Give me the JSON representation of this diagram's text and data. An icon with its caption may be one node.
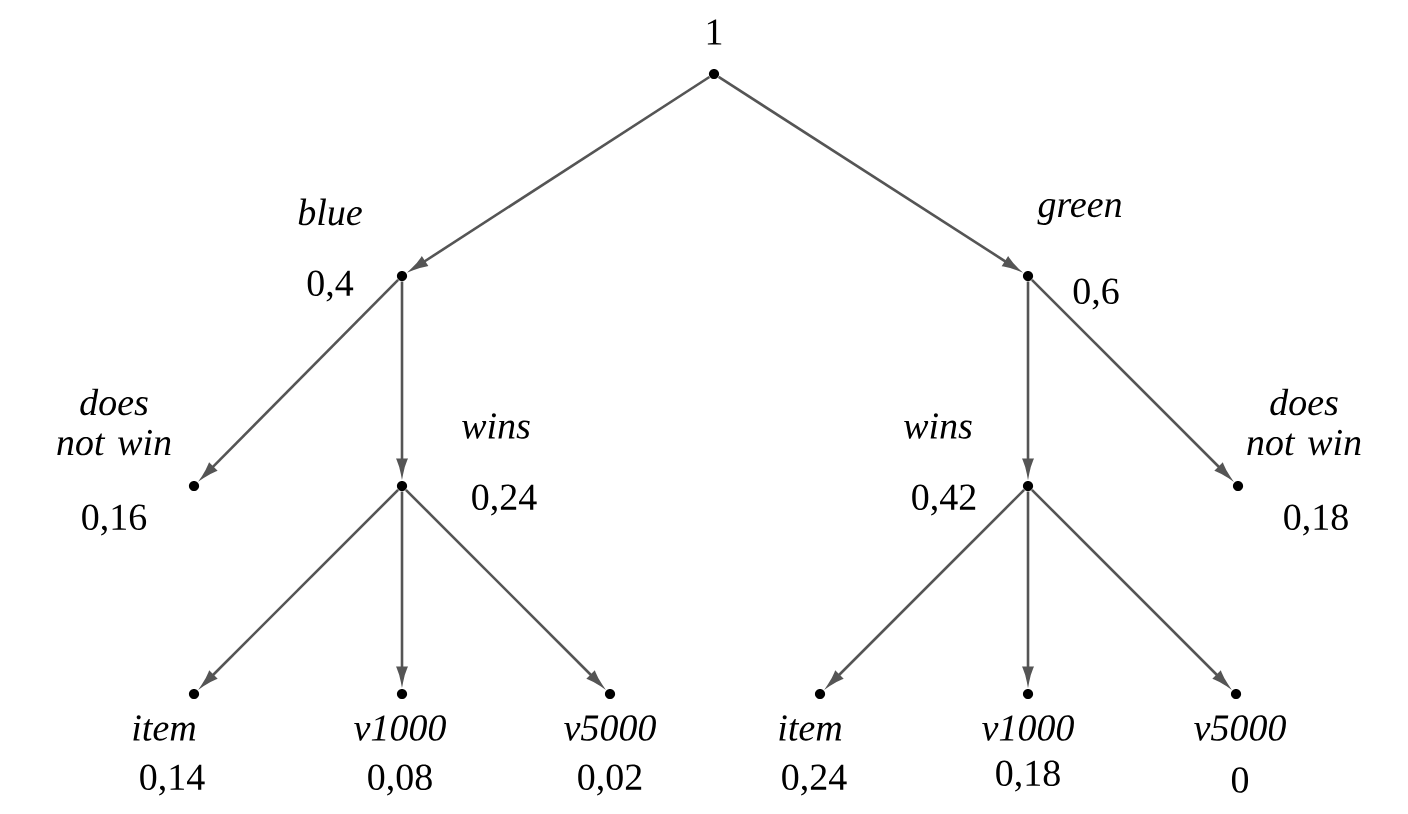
{
  "diagram": {
    "nodes": [
      {
        "text": [
          "1"
        ]
      },
      {
        "text": [
          "blue",
          "0,4"
        ]
      },
      {
        "text": [
          "green",
          "0,6"
        ]
      },
      {
        "text": [
          "does not win",
          "0,16"
        ]
      },
      {
        "text": [
          "wins",
          "0,24"
        ]
      },
      {
        "text": [
          "wins",
          "0,42"
        ]
      },
      {
        "text": [
          "does not win",
          "0,18"
        ]
      },
      {
        "text": [
          "item",
          "0,14"
        ]
      },
      {
        "text": [
          "v1000",
          "0,08"
        ]
      },
      {
        "text": [
          "v5000",
          "0,02"
        ]
      },
      {
        "text": [
          "item",
          "0,24"
        ]
      },
      {
        "text": [
          "v1000",
          "0,18"
        ]
      },
      {
        "text": [
          "v5000",
          "0"
        ]
      }
    ],
    "edges": [
      {
        "from": 0,
        "to": 1,
        "arrow": "to"
      },
      {
        "from": 0,
        "to": 2,
        "arrow": "to"
      },
      {
        "from": 1,
        "to": 3,
        "arrow": "to"
      },
      {
        "from": 1,
        "to": 4,
        "arrow": "to"
      },
      {
        "from": 2,
        "to": 5,
        "arrow": "to"
      },
      {
        "from": 2,
        "to": 6,
        "arrow": "to"
      },
      {
        "from": 4,
        "to": 7,
        "arrow": "to"
      },
      {
        "from": 4,
        "to": 8,
        "arrow": "to"
      },
      {
        "from": 4,
        "to": 9,
        "arrow": "to"
      },
      {
        "from": 5,
        "to": 10,
        "arrow": "to"
      },
      {
        "from": 5,
        "to": 11,
        "arrow": "to"
      },
      {
        "from": 5,
        "to": 12,
        "arrow": "to"
      }
    ]
  }
}
